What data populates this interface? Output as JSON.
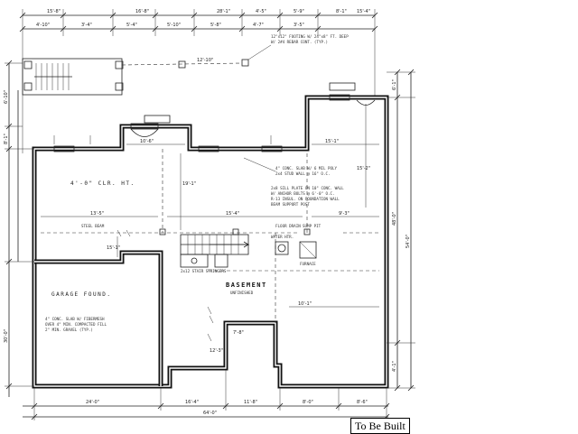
{
  "stamp": {
    "label": "To Be Built"
  },
  "rooms": {
    "main": "BASEMENT",
    "main_sub": "UNFINISHED",
    "garage": "GARAGE FOUND.",
    "upper_left": "4'-0\" CLR. HT."
  },
  "dims_top": [
    "15'-8\"",
    "16'-8\"",
    "28'-1\"",
    "4'-5\"",
    "5'-9\"",
    "8'-1\"",
    "15'-4\""
  ],
  "dims_top2": [
    "4'-10\"",
    "3'-4\"",
    "5'-4\"",
    "5'-10\"",
    "5'-8\"",
    "4'-7\"",
    "3'-5\""
  ],
  "dims_bottom": [
    "24'-0\"",
    "16'-4\"",
    "11'-8\"",
    "8'-0\"",
    "8'-6\""
  ],
  "dims_bottom_total": "64'-0\"",
  "dims_right": [
    "48'-0\"",
    "54'-0\"",
    "6'-1\"",
    "4'-1\""
  ],
  "dims_left": [
    "6'-10\"",
    "8'-1\"",
    "30'-0\""
  ],
  "inner_dims": [
    "12'-10\"",
    "13'-5\"",
    "15'-4\"",
    "9'-3\"",
    "10'-6\"",
    "15'-1\"",
    "19'-1\"",
    "15'-2\"",
    "10'-1\"",
    "15'-1\"",
    "7'-8\"",
    "12'-3\""
  ],
  "notes": [
    "12\"x12\" FOOTING W/ 24\"x8\" FT. DEEP",
    "W/ 2#4 REBAR CONT. (TYP.)",
    "2x12 STAIR STRINGERS",
    "4\" CONC. SLAB W/ 6 MIL POLY",
    "2x4 STUD WALL @ 16\" O.C.",
    "BEAM SUPPORT POST",
    "4\" CONC. SLAB W/ FIBERMESH",
    "OVER 4\" MIN. COMPACTED FILL",
    "2\" MIN. GRAVEL (TYP.)",
    "2x8 SILL PLATE ON 10\" CONC. WALL",
    "W/ ANCHOR BOLTS @ 6'-0\" O.C.",
    "R-13 INSUL. ON FOUNDATION WALL",
    "FLOOR DRAIN",
    "SUMP PIT",
    "WATER HTR.",
    "FURNACE",
    "STEEL BEAM"
  ]
}
